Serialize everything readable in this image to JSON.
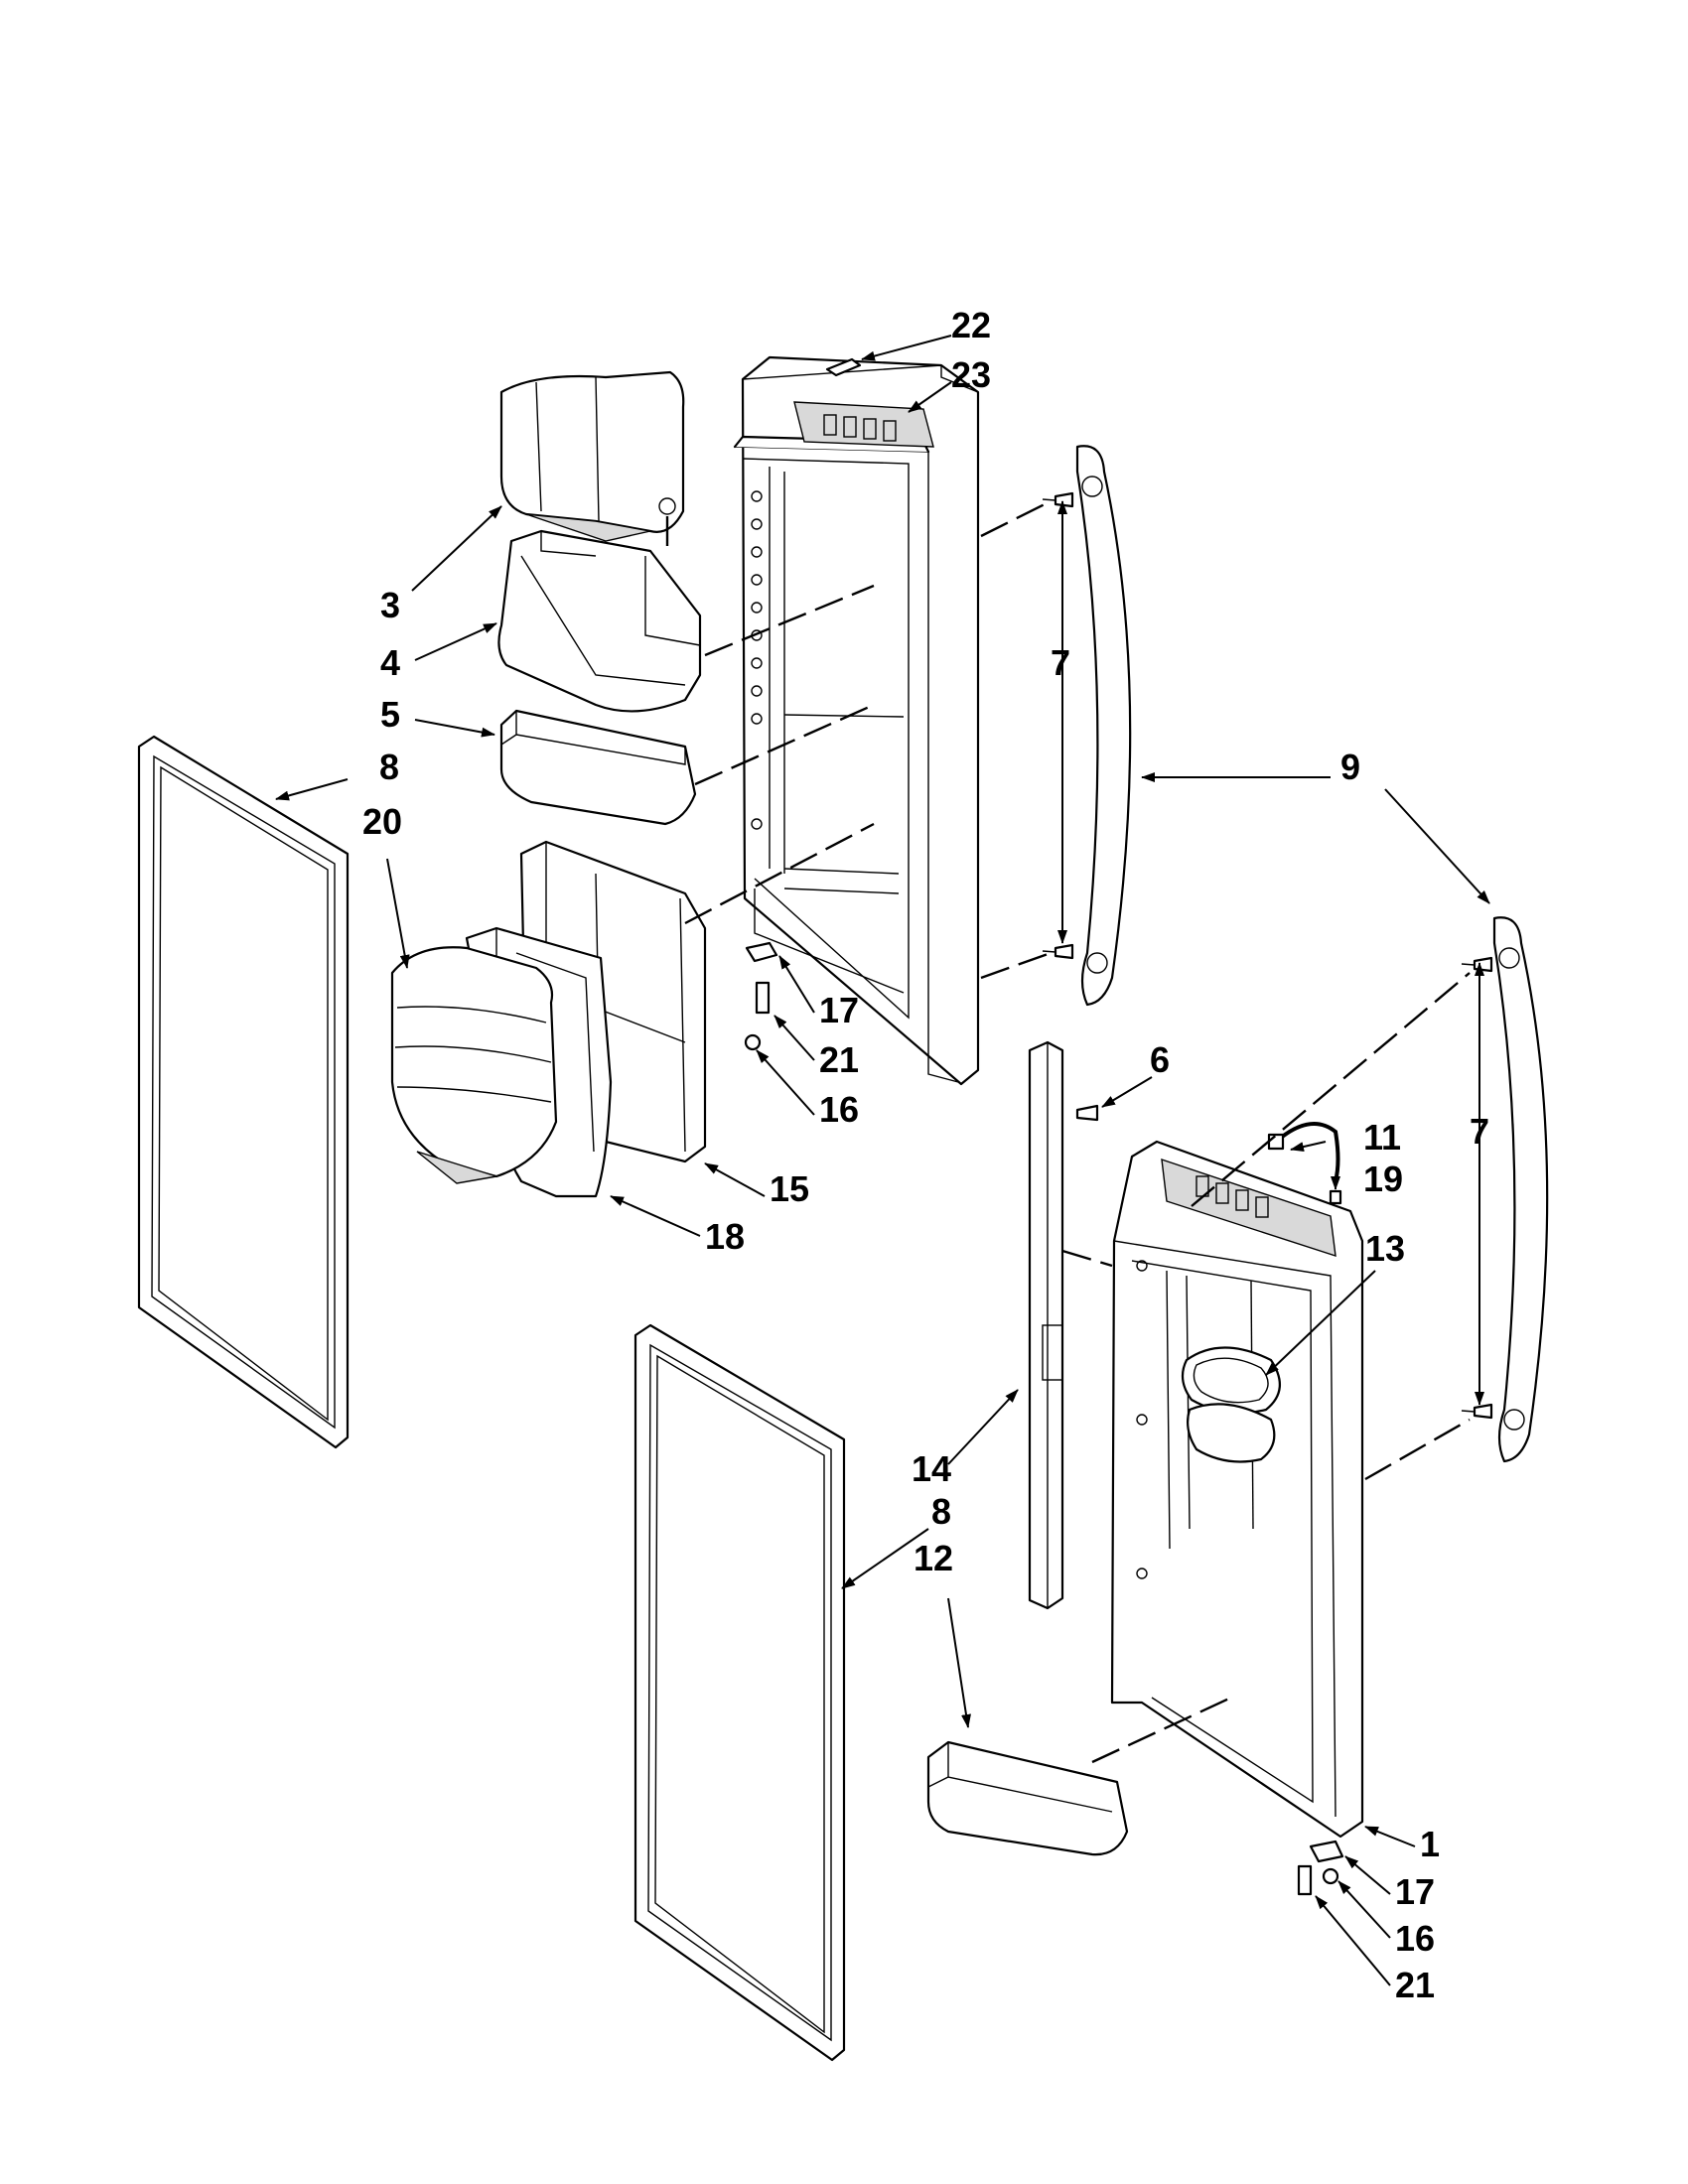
{
  "diagram": {
    "callouts": {
      "c22": "22",
      "c23": "23",
      "c3": "3",
      "c4": "4",
      "c5": "5",
      "c8a": "8",
      "c20": "20",
      "c7a": "7",
      "c9": "9",
      "c17a": "17",
      "c21a": "21",
      "c16a": "16",
      "c15": "15",
      "c18": "18",
      "c6": "6",
      "c11": "11",
      "c19": "19",
      "c7b": "7",
      "c13": "13",
      "c14": "14",
      "c8b": "8",
      "c12": "12",
      "c1": "1",
      "c17b": "17",
      "c16b": "16",
      "c21b": "21"
    },
    "colors": {
      "line": "#000000",
      "background": "#ffffff",
      "shade": "#d9d9d9"
    }
  }
}
